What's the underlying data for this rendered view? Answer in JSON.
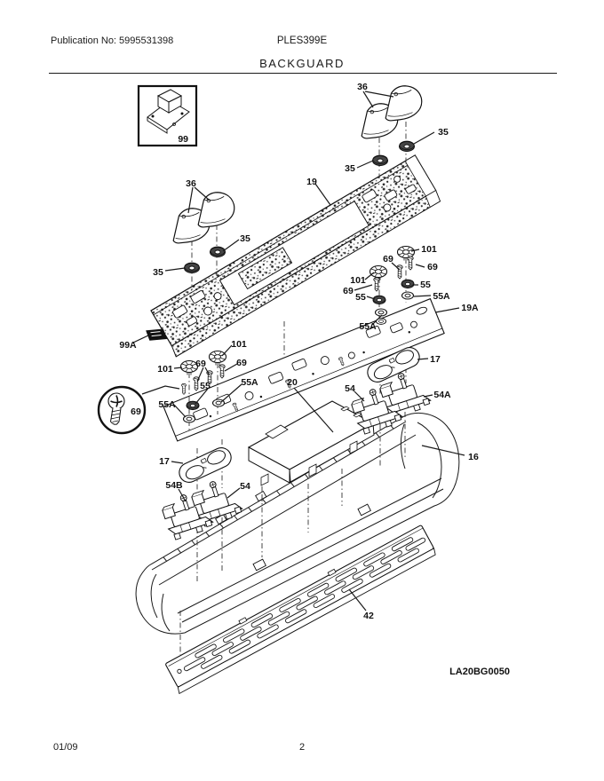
{
  "header": {
    "publication": "Publication No: 5995531398",
    "model": "PLES399E",
    "title": "BACKGUARD"
  },
  "footer": {
    "date": "01/09",
    "page": "2"
  },
  "diagram": {
    "code": "LA20BG0050"
  },
  "colors": {
    "ink": "#1a1a1a",
    "background": "#ffffff"
  },
  "callouts": {
    "c99": "99",
    "c36_top": "36",
    "c35_top_right": "35",
    "c35_top_left": "35",
    "c19": "19",
    "c36_left": "36",
    "c35_left_right": "35",
    "c35_left_left": "35",
    "c99A": "99A",
    "c101_r1": "101",
    "c69_r1": "69",
    "c69_r2": "69",
    "c101_r2": "101",
    "c69_r3": "69",
    "c55_r1": "55",
    "c55_r2": "55",
    "c55A_r1": "55A",
    "c55A_r2": "55A",
    "c19A": "19A",
    "c101_l1": "101",
    "c101_l2": "101",
    "c69_l1": "69",
    "c69_l2": "69",
    "c69_detail": "69",
    "c55_l": "55",
    "c55A_l1": "55A",
    "c55A_l2": "55A",
    "c17_left": "17",
    "c54B": "54B",
    "c54_left": "54",
    "c17_right": "17",
    "c54_right": "54",
    "c54A": "54A",
    "c20": "20",
    "c16": "16",
    "c42": "42"
  }
}
